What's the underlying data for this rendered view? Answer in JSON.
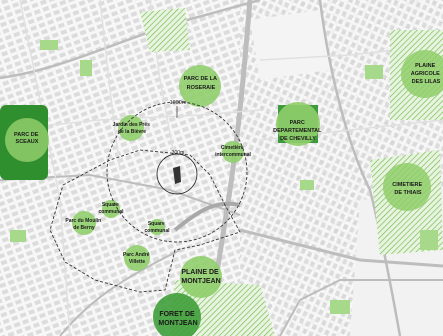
{
  "labels": {
    "parc_sceaux": [
      "PARC DE",
      "SCEAUX"
    ],
    "parc_roseraie": [
      "PARC DE LA",
      "ROSERAIE"
    ],
    "plaine_agricole": [
      "PLAINE",
      "AGRICOLE",
      "DES LILAS"
    ],
    "parc_chevilly": [
      "PARC",
      "DEPARTEMENTAL",
      "DE CHEVILLY"
    ],
    "cimetiere_thiais": [
      "CIMETIERE",
      "DE THIAIS"
    ],
    "jardin_bievre": [
      "Jardin des Prés",
      "de la Bièvre"
    ],
    "cimetiere_intercommunal": [
      "Cimetière",
      "intercommunal"
    ],
    "square_communal_1": [
      "Square",
      "communal"
    ],
    "parc_moulin_berny": [
      "Parc du Moulin",
      "de Berny"
    ],
    "square_communal_2": [
      "Square",
      "communal"
    ],
    "parc_andre_villette": [
      "Parc André",
      "Villette"
    ],
    "plaine_montjean": [
      "PLAINE DE",
      "MONTJEAN"
    ],
    "foret_montjean": [
      "FORET DE",
      "MONTJEAN"
    ]
  },
  "radii": {
    "outer": "1000m",
    "inner": "300m"
  },
  "colors": {
    "park_dark": "#2f8f2f",
    "park_light": "#7fc95a",
    "park_circle": "#8fce6a",
    "roads": "#b5b5b5",
    "buildings": "#d9d9d9"
  }
}
